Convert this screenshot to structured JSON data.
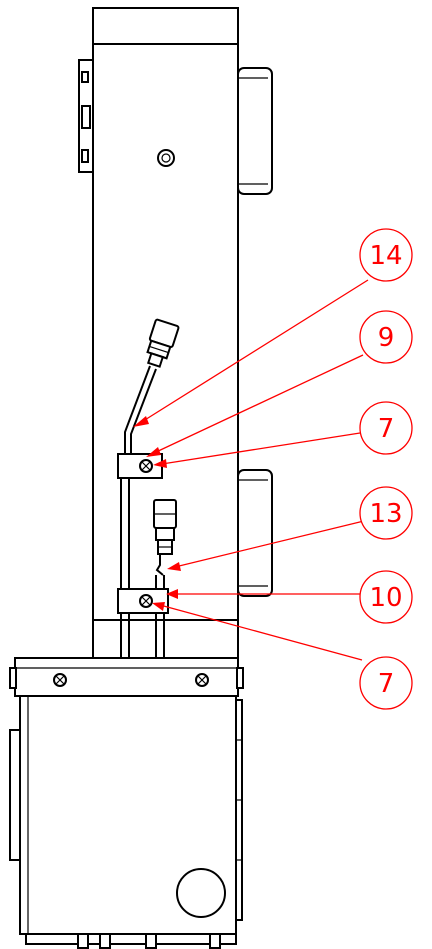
{
  "drawing": {
    "line_color": "#000000",
    "callout_color": "#ff0000",
    "background": "#ffffff"
  },
  "callouts": [
    {
      "label": "14"
    },
    {
      "label": "9"
    },
    {
      "label": "7"
    },
    {
      "label": "13"
    },
    {
      "label": "10"
    },
    {
      "label": "7"
    }
  ]
}
